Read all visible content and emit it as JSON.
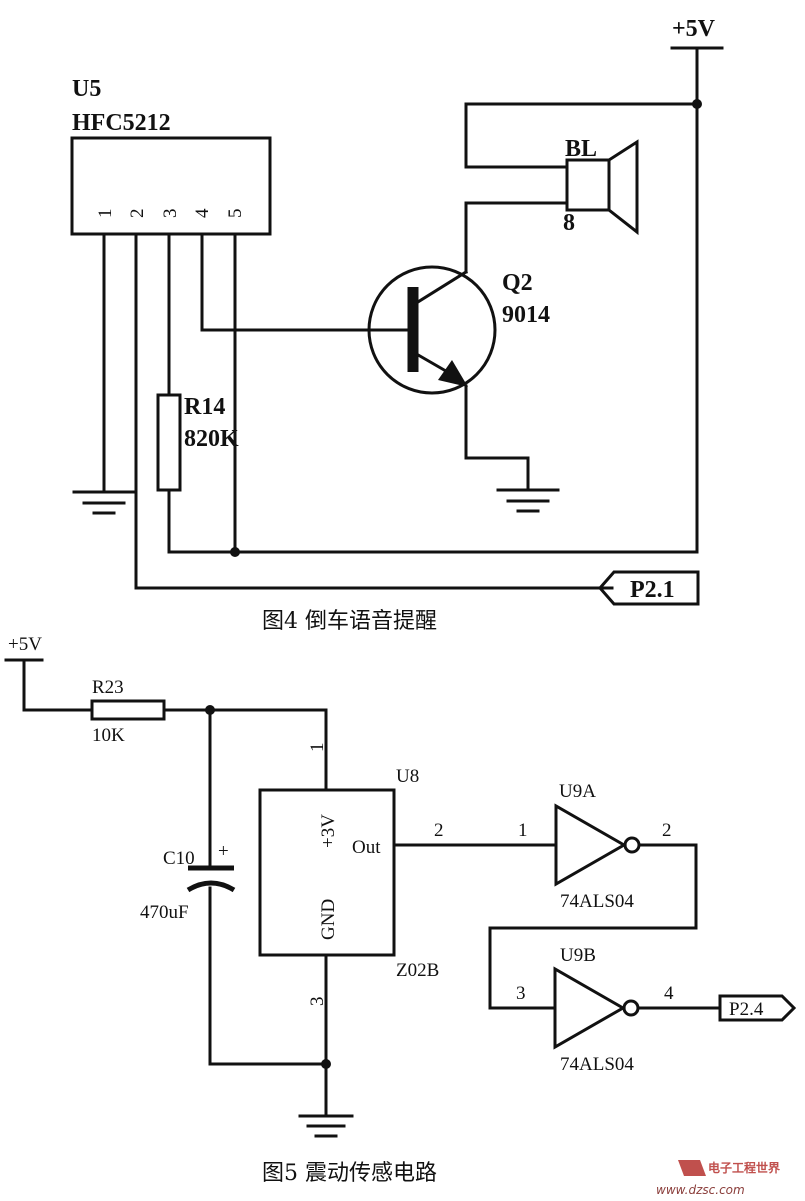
{
  "fig4": {
    "ic_ref": "U5",
    "ic_part": "HFC5212",
    "pins": [
      "1",
      "2",
      "3",
      "4",
      "5"
    ],
    "speaker_ref": "BL",
    "speaker_value": "8",
    "transistor_ref": "Q2",
    "transistor_part": "9014",
    "resistor_ref": "R14",
    "resistor_value": "820K",
    "supply": "+5V",
    "port": "P2.1",
    "caption": "图4   倒车语音提醒"
  },
  "fig5": {
    "supply": "+5V",
    "resistor_ref": "R23",
    "resistor_value": "10K",
    "cap_ref": "C10",
    "cap_value": "470uF",
    "cap_polarity": "+",
    "sensor_ref": "U8",
    "sensor_part": "Z02B",
    "sensor_vcc": "+3V",
    "sensor_out": "Out",
    "sensor_gnd": "GND",
    "pin_vcc": "1",
    "pin_out": "2",
    "pin_gnd": "3",
    "gate_a_ref": "U9A",
    "gate_a_part": "74ALS04",
    "gate_a_in": "1",
    "gate_a_out": "2",
    "gate_b_ref": "U9B",
    "gate_b_part": "74ALS04",
    "gate_b_in": "3",
    "gate_b_out": "4",
    "port": "P2.4",
    "caption": "图5   震动传感电路"
  },
  "watermark": {
    "site_name": "电子工程世界",
    "url": "www.dzsc.com"
  }
}
